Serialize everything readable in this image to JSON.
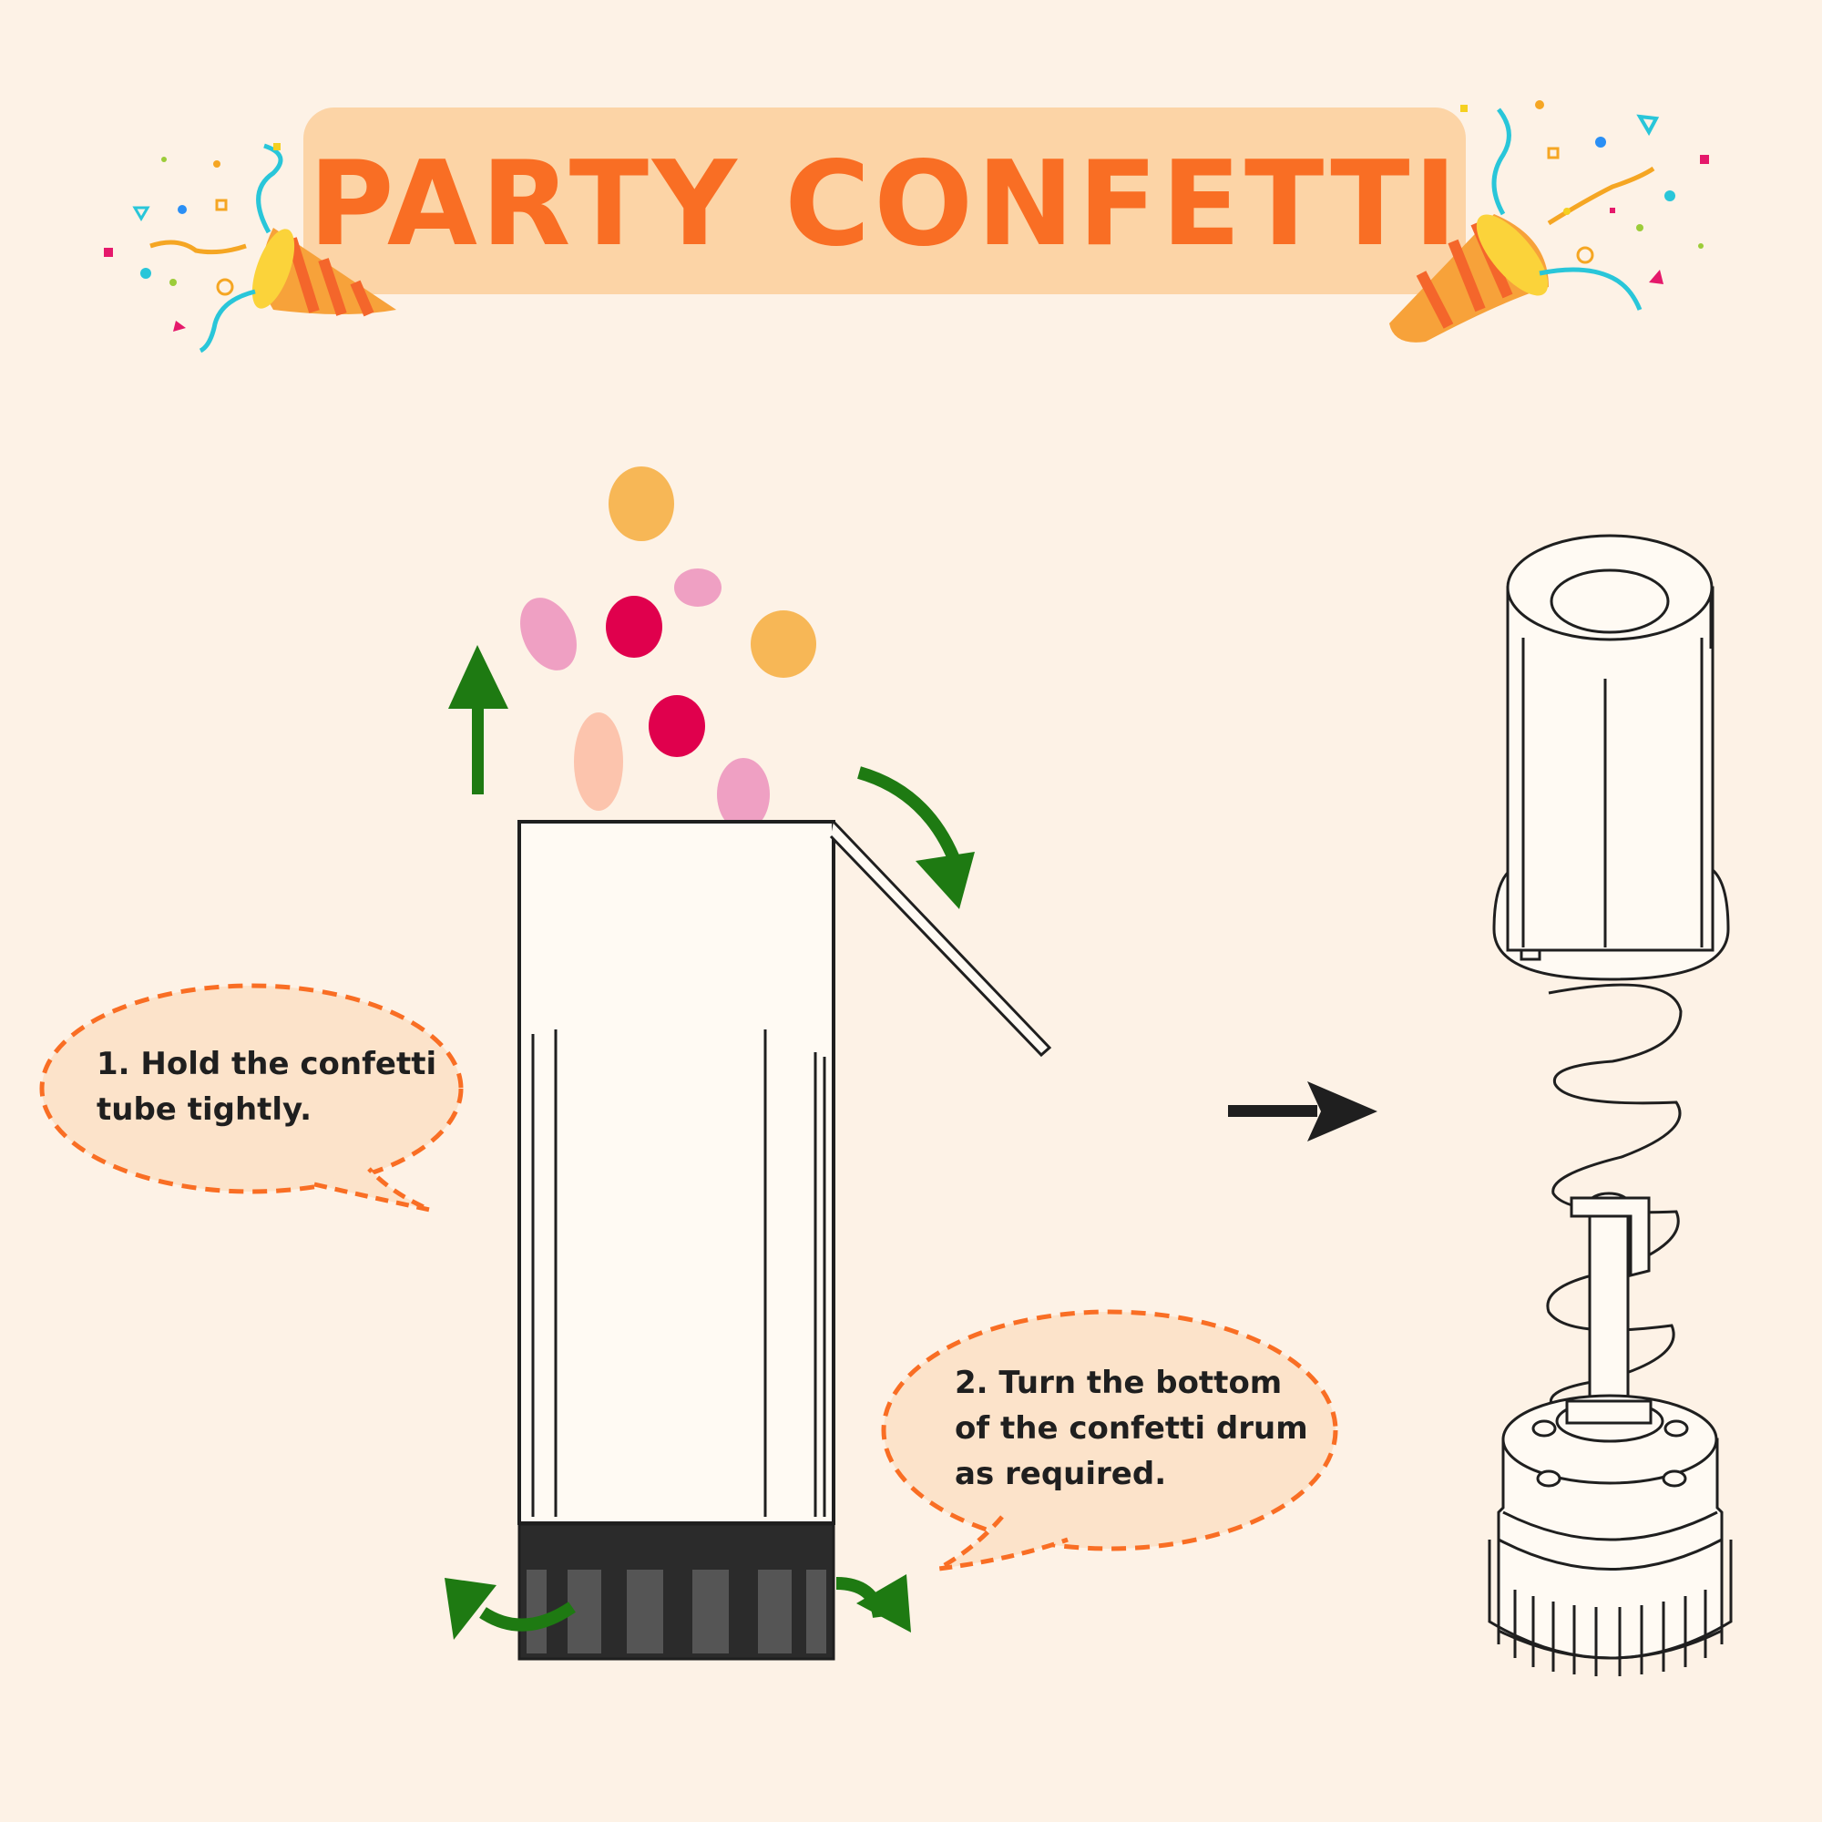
{
  "title": "PARTY CONFETTI",
  "steps": [
    {
      "text": "1. Hold the confetti\ntube tightly."
    },
    {
      "text": "2. Turn the bottom\nof the confetti drum\nas required."
    }
  ],
  "colors": {
    "background": "#fdf2e6",
    "banner": "#fcd4a6",
    "title": "#f96e24",
    "bubble_border": "#f96e24",
    "bubble_fill": "#fce3ca",
    "arrow_green": "#1e7a12",
    "tube_base": "#2b2b2b"
  },
  "icons": [
    "party-popper-icon",
    "confetti-icon",
    "arrow-up-icon",
    "arrow-curved-icon",
    "arrow-right-icon",
    "spring-mechanism-icon"
  ]
}
